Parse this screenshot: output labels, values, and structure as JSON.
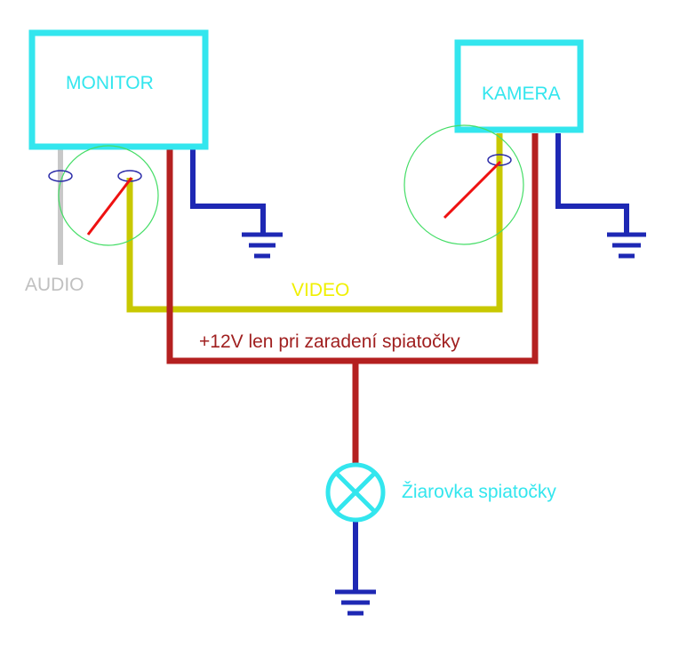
{
  "labels": {
    "monitor": "MONITOR",
    "camera": "KAMERA",
    "audio": "AUDIO",
    "video": "VIDEO",
    "power": "+12V len pri zaradení spiatočky",
    "bulb": "Žiarovka spiatočky"
  },
  "colors": {
    "box": "#33e6ee",
    "box_text": "#33e6ee",
    "video_wire": "#c8c800",
    "video_text": "#f0f000",
    "power_wire": "#b42020",
    "power_text": "#a02020",
    "ground_wire": "#1e28b4",
    "audio_wire": "#c8c8c8",
    "audio_text": "#c0c0c0",
    "connector_circle": "#44dd66",
    "connector_ring": "#2a2aa8",
    "connector_pin": "#ee1111",
    "bulb": "#33e6ee"
  },
  "icons": [
    "ground-symbol-icon",
    "bulb-lamp-icon",
    "connector-icon"
  ]
}
